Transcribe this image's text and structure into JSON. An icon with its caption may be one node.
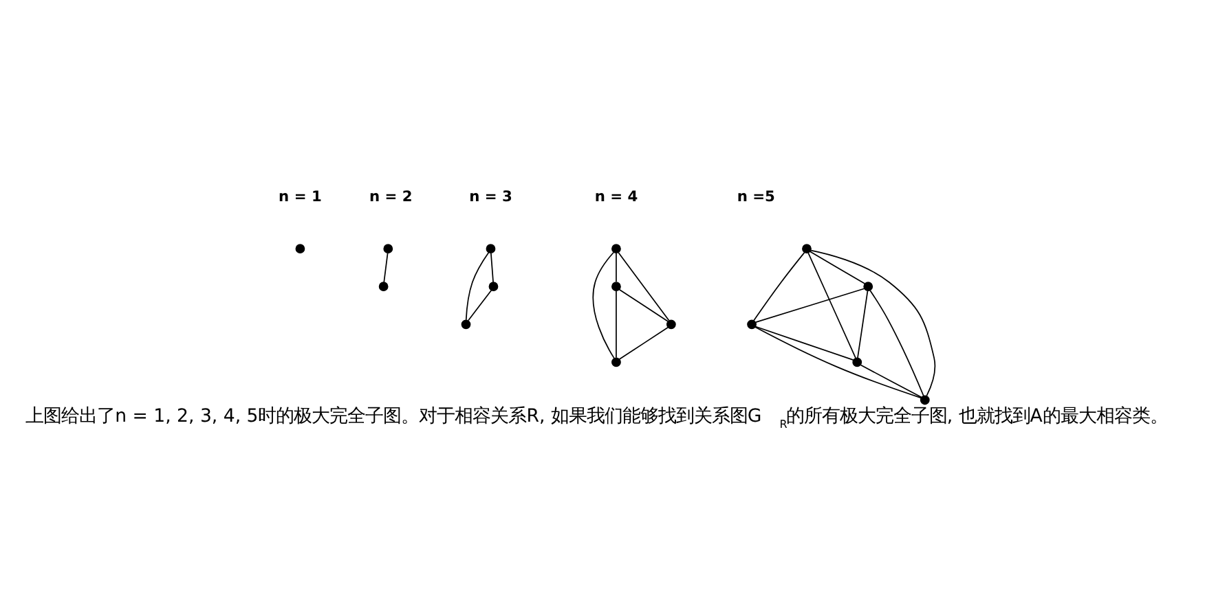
{
  "diagram": {
    "caption": "上图给出了n = 1, 2, 3, 4, 5时的极大完全子图。对于相容关系R, 如果我们能够找到关系图G$_{R}$的所有极大完全子图, 也就找到A的最大相容类。",
    "nodes": [
      {
        "text": [],
        "shape": "circle"
      },
      {
        "text": [],
        "shape": "circle"
      },
      {
        "text": [],
        "shape": "circle"
      },
      {
        "text": [],
        "shape": "circle"
      },
      {
        "text": [],
        "shape": "circle"
      },
      {
        "text": [],
        "shape": "circle"
      },
      {
        "text": [],
        "shape": "circle"
      },
      {
        "text": [],
        "shape": "circle"
      },
      {
        "text": [],
        "shape": "circle"
      },
      {
        "text": [],
        "shape": "circle"
      },
      {
        "text": [],
        "shape": "circle"
      },
      {
        "text": [],
        "shape": "circle"
      },
      {
        "text": [],
        "shape": "circle"
      },
      {
        "text": [],
        "shape": "circle"
      },
      {
        "text": [],
        "shape": "circle"
      }
    ],
    "edges": [
      {
        "from": 1,
        "to": 2,
        "arrow": "none"
      },
      {
        "from": 3,
        "to": 4,
        "arrow": "none"
      },
      {
        "from": 3,
        "to": 5,
        "arrow": "none"
      },
      {
        "from": 4,
        "to": 5,
        "arrow": "none"
      },
      {
        "from": 6,
        "to": 7,
        "arrow": "none"
      },
      {
        "from": 6,
        "to": 8,
        "arrow": "none"
      },
      {
        "from": 6,
        "to": 9,
        "arrow": "none"
      },
      {
        "from": 7,
        "to": 8,
        "arrow": "none"
      },
      {
        "from": 7,
        "to": 9,
        "arrow": "none"
      },
      {
        "from": 8,
        "to": 9,
        "arrow": "none"
      },
      {
        "from": 10,
        "to": 11,
        "arrow": "none"
      },
      {
        "from": 10,
        "to": 12,
        "arrow": "none"
      },
      {
        "from": 10,
        "to": 13,
        "arrow": "none"
      },
      {
        "from": 10,
        "to": 14,
        "arrow": "none"
      },
      {
        "from": 11,
        "to": 12,
        "arrow": "none"
      },
      {
        "from": 11,
        "to": 13,
        "arrow": "none"
      },
      {
        "from": 11,
        "to": 14,
        "arrow": "none"
      },
      {
        "from": 12,
        "to": 13,
        "arrow": "none"
      },
      {
        "from": 12,
        "to": 14,
        "arrow": "none"
      },
      {
        "from": 13,
        "to": 14,
        "arrow": "none"
      }
    ],
    "labels": [
      "n = 1",
      "n = 2",
      "n = 3",
      "n = 4",
      "n =5"
    ]
  }
}
